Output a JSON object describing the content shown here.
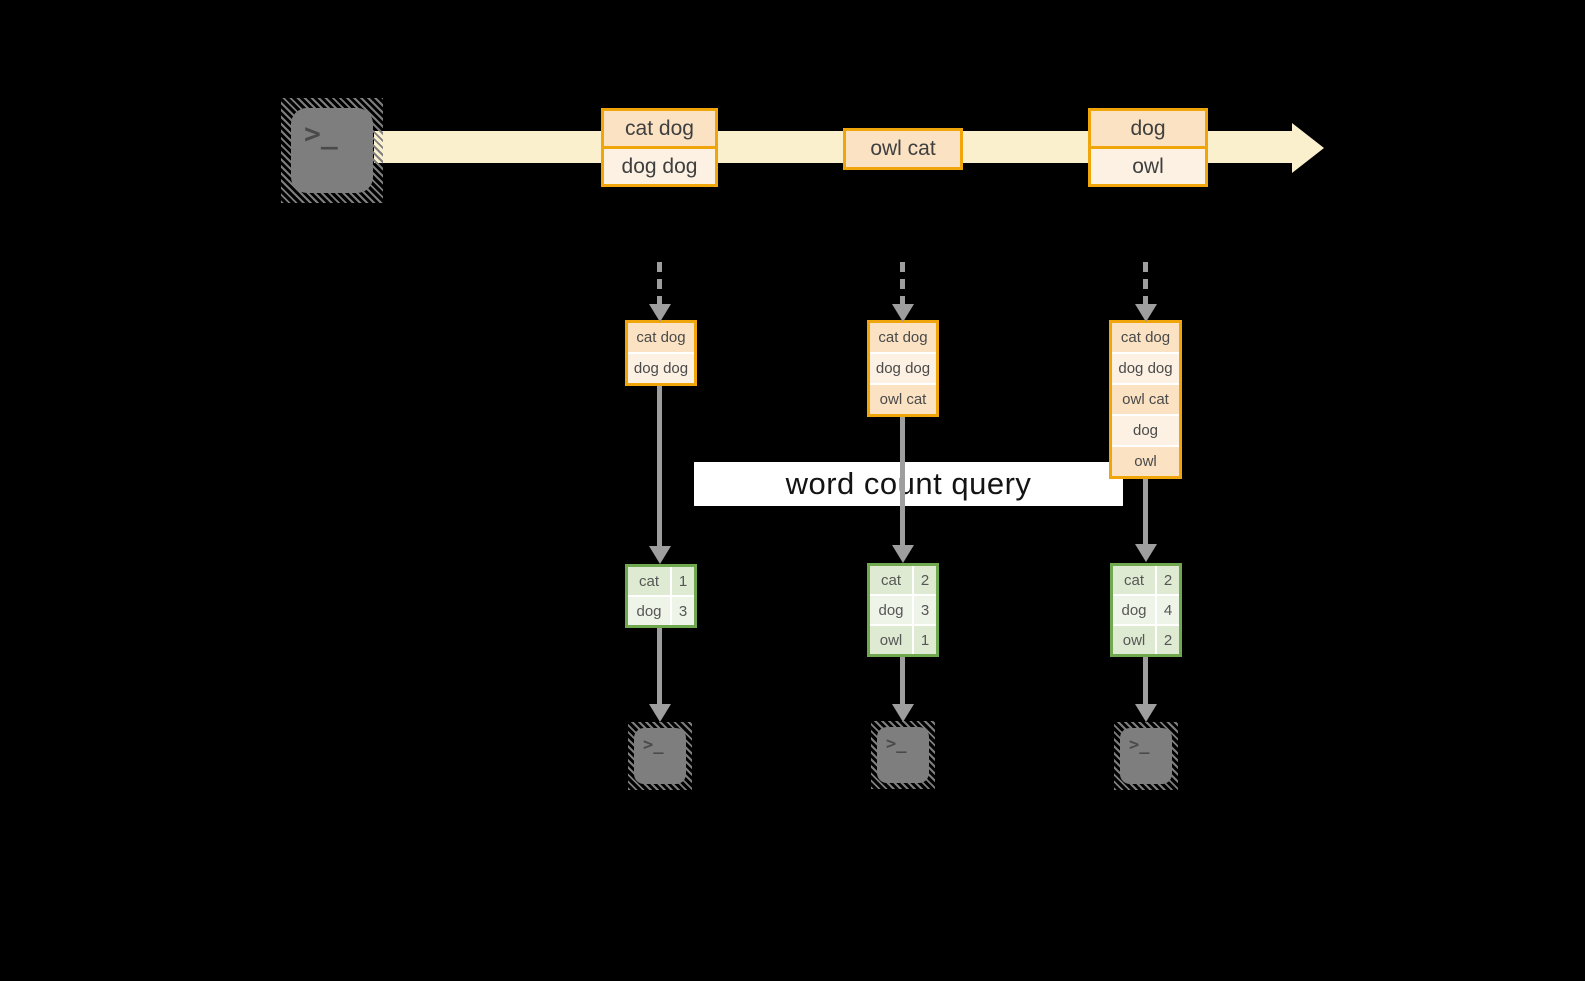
{
  "query_label": "word count query",
  "colors": {
    "background": "#000000",
    "stream_band": "#FBF0CE",
    "event_border": "#F0A50A",
    "cell_peach": "#FAE2C3",
    "cell_cream": "#FCF1E2",
    "table_border": "#70A850",
    "table_cell_green": "#DEEAD2",
    "table_cell_light": "#EEF4E8",
    "arrow_gray": "#9E9E9E",
    "terminal_gray": "#7E7E7E"
  },
  "producer_terminal": {
    "glyph": ">_"
  },
  "stream_events": [
    {
      "records": [
        "cat dog",
        "dog dog"
      ]
    },
    {
      "records": [
        "owl cat"
      ]
    },
    {
      "records": [
        "dog",
        "owl"
      ]
    }
  ],
  "snapshots": [
    {
      "log": [
        "cat dog",
        "dog dog"
      ],
      "counts": [
        {
          "word": "cat",
          "count": "1"
        },
        {
          "word": "dog",
          "count": "3"
        }
      ],
      "terminal_glyph": ">_"
    },
    {
      "log": [
        "cat dog",
        "dog dog",
        "owl cat"
      ],
      "counts": [
        {
          "word": "cat",
          "count": "2"
        },
        {
          "word": "dog",
          "count": "3"
        },
        {
          "word": "owl",
          "count": "1"
        }
      ],
      "terminal_glyph": ">_"
    },
    {
      "log": [
        "cat dog",
        "dog dog",
        "owl cat",
        "dog",
        "owl"
      ],
      "counts": [
        {
          "word": "cat",
          "count": "2"
        },
        {
          "word": "dog",
          "count": "4"
        },
        {
          "word": "owl",
          "count": "2"
        }
      ],
      "terminal_glyph": ">_"
    }
  ]
}
